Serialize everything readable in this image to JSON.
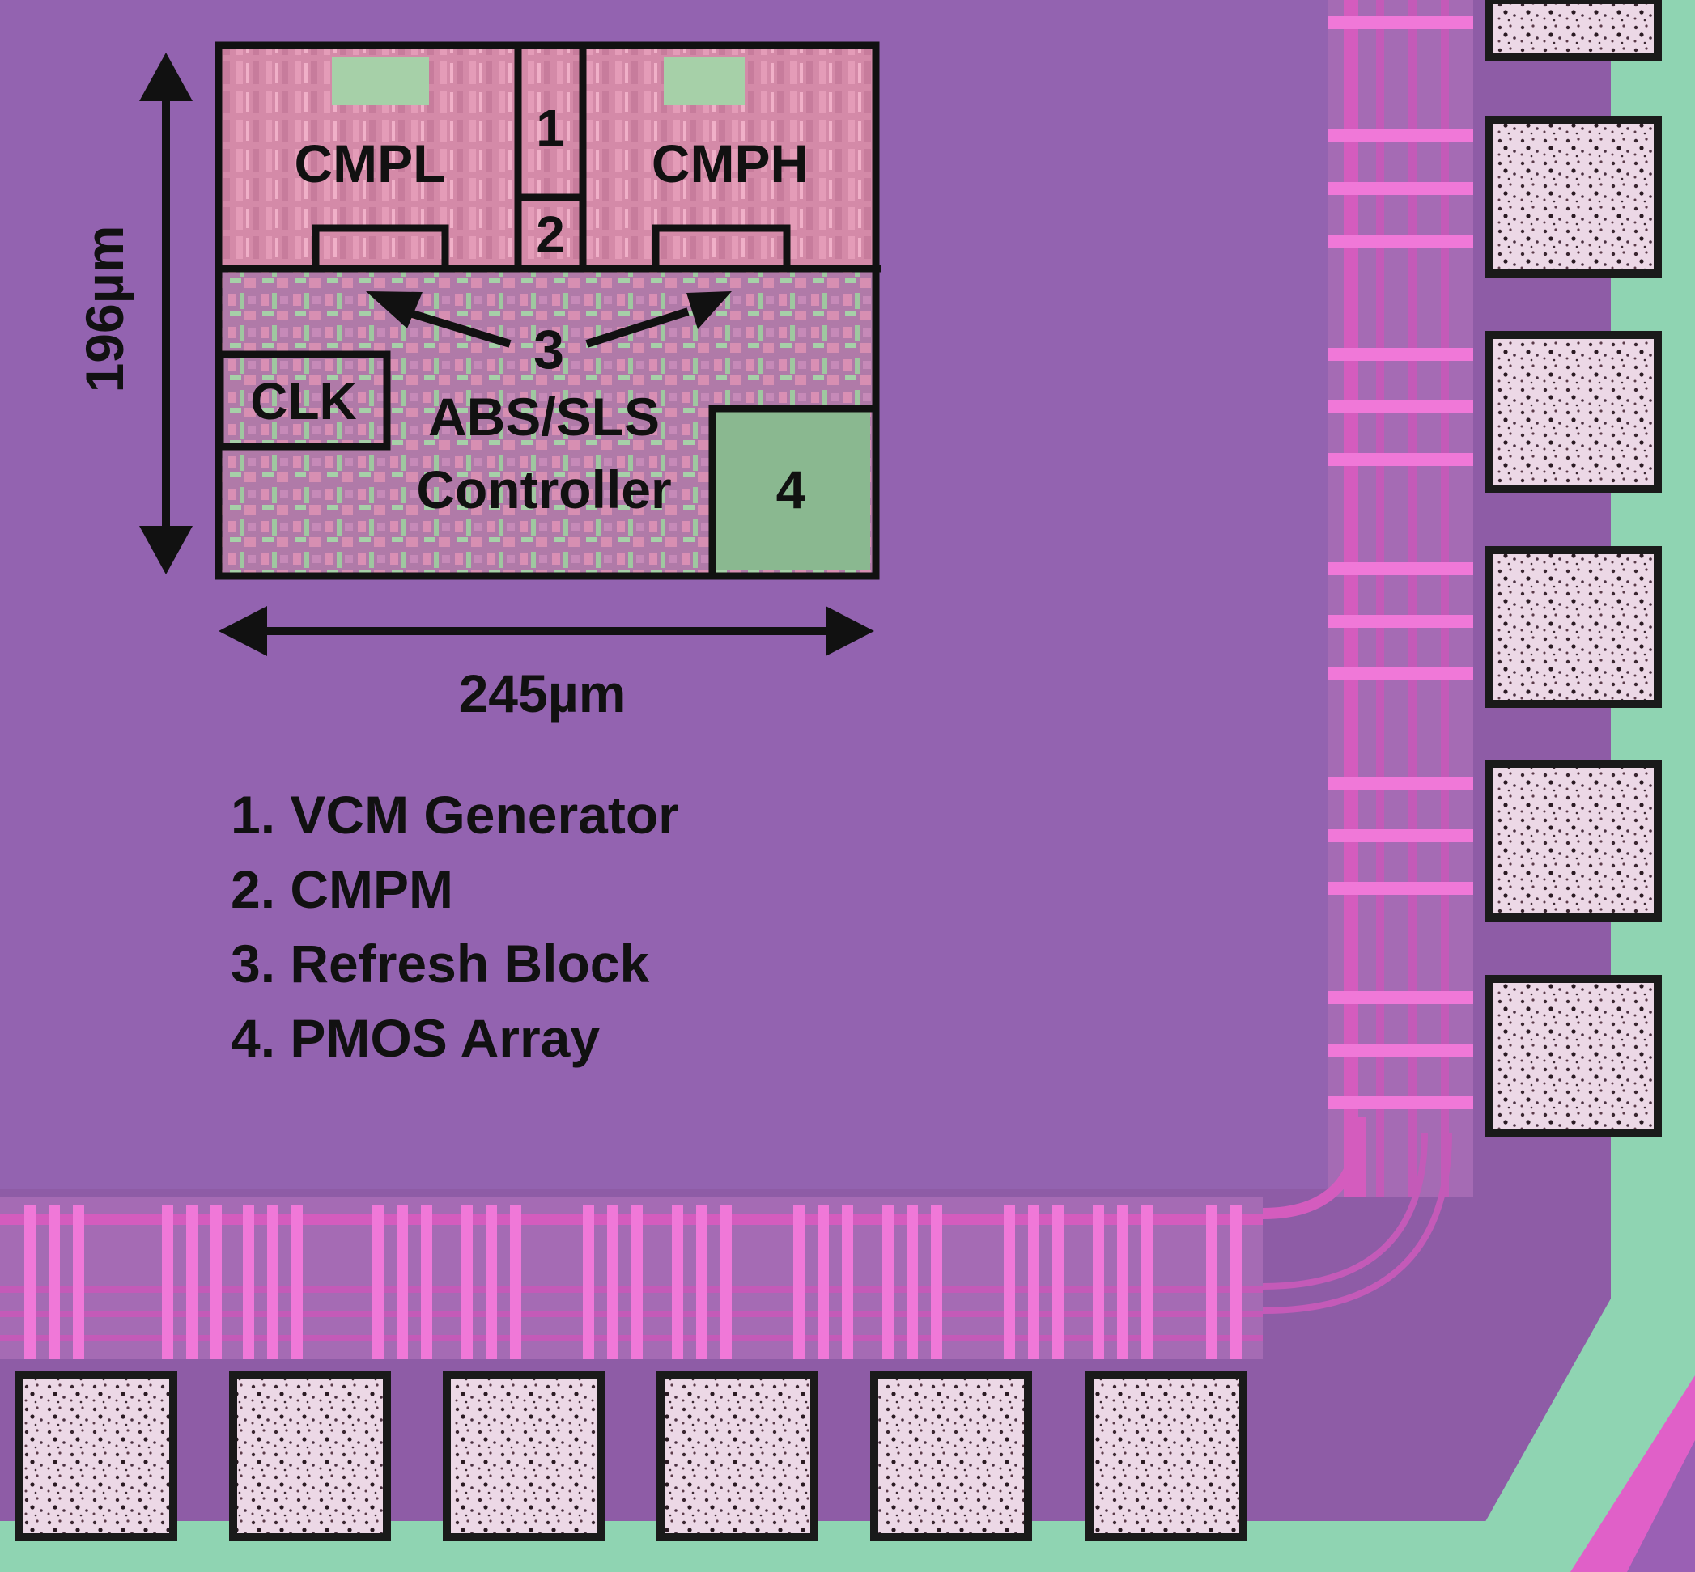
{
  "die_photo": {
    "layout": {
      "blocks": {
        "cmpl": "CMPL",
        "vcm_num": "1",
        "cmpm_num": "2",
        "cmph": "CMPH",
        "refresh_num": "3",
        "clk": "CLK",
        "controller_line1": "ABS/SLS",
        "controller_line2": "Controller",
        "pmos_num": "4"
      },
      "dimensions": {
        "height": "196µm",
        "width": "245µm"
      }
    },
    "legend": [
      "1. VCM Generator",
      "2. CMPM",
      "3. Refresh Block",
      "4. PMOS Array"
    ],
    "colors": {
      "die_background": "#8e5ca6",
      "core_surface": "#9665b2",
      "metal_pink": "#e060c8",
      "pad_fill": "#ead6e4",
      "pad_border": "#1a1a1a",
      "passivation_green": "#8fd4b2",
      "annotation": "#111111"
    }
  }
}
